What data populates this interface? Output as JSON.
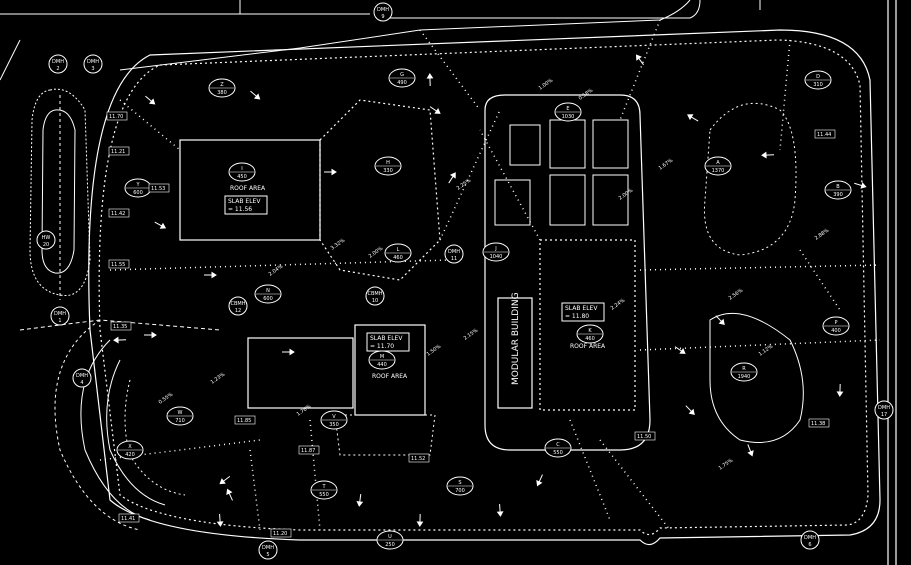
{
  "manholes": [
    {
      "id": "dmh-2",
      "type": "DMH",
      "num": "2"
    },
    {
      "id": "dmh-3",
      "type": "DMH",
      "num": "3"
    },
    {
      "id": "dmh-9",
      "type": "DMH",
      "num": "9"
    },
    {
      "id": "hw-20",
      "type": "HW",
      "num": "20"
    },
    {
      "id": "dmh-1",
      "type": "DMH",
      "num": "1"
    },
    {
      "id": "dmh-4",
      "type": "DMH",
      "num": "4"
    },
    {
      "id": "cbmh-12",
      "type": "CBMH",
      "num": "12"
    },
    {
      "id": "cbmh-10",
      "type": "CBMH",
      "num": "10"
    },
    {
      "id": "dmh-11",
      "type": "DMH",
      "num": "11"
    },
    {
      "id": "dmh-5",
      "type": "DMH",
      "num": "5"
    },
    {
      "id": "dmh-6",
      "type": "DMH",
      "num": "6"
    },
    {
      "id": "dmh-17",
      "type": "DMH",
      "num": "17"
    }
  ],
  "areas": [
    {
      "id": "area-z",
      "letter": "Z",
      "value": "380"
    },
    {
      "id": "area-g",
      "letter": "G",
      "value": "490"
    },
    {
      "id": "area-e",
      "letter": "E",
      "value": "1030"
    },
    {
      "id": "area-d",
      "letter": "D",
      "value": "310"
    },
    {
      "id": "area-i",
      "letter": "I",
      "value": "450"
    },
    {
      "id": "area-h",
      "letter": "H",
      "value": "330"
    },
    {
      "id": "area-y",
      "letter": "Y",
      "value": "600"
    },
    {
      "id": "area-a",
      "letter": "A",
      "value": "1370"
    },
    {
      "id": "area-b",
      "letter": "B",
      "value": "390"
    },
    {
      "id": "area-l",
      "letter": "L",
      "value": "460"
    },
    {
      "id": "area-j",
      "letter": "J",
      "value": "1040"
    },
    {
      "id": "area-n",
      "letter": "N",
      "value": "600"
    },
    {
      "id": "area-k",
      "letter": "K",
      "value": "460"
    },
    {
      "id": "area-p",
      "letter": "P",
      "value": "400"
    },
    {
      "id": "area-m",
      "letter": "M",
      "value": "440"
    },
    {
      "id": "area-r",
      "letter": "R",
      "value": "1940"
    },
    {
      "id": "area-w",
      "letter": "W",
      "value": "710"
    },
    {
      "id": "area-v",
      "letter": "V",
      "value": "350"
    },
    {
      "id": "area-x",
      "letter": "X",
      "value": "420"
    },
    {
      "id": "area-t",
      "letter": "T",
      "value": "550"
    },
    {
      "id": "area-s",
      "letter": "S",
      "value": "700"
    },
    {
      "id": "area-u",
      "letter": "U",
      "value": "250"
    },
    {
      "id": "area-c",
      "letter": "C",
      "value": "550"
    }
  ],
  "roof_label": "ROOF AREA",
  "slab_boxes": [
    {
      "id": "slab-1",
      "label": "SLAB ELEV",
      "value": "= 11.56"
    },
    {
      "id": "slab-2",
      "label": "SLAB ELEV",
      "value": "= 11.70"
    },
    {
      "id": "slab-3",
      "label": "SLAB ELEV",
      "value": "= 11.80"
    }
  ],
  "modular_label": "MODULAR BUILDING",
  "slope_labels": [
    "2.04%",
    "2.00%",
    "3.32%",
    "2.25%",
    "1.23%",
    "0.55%",
    "1.76%",
    "1.50%",
    "2.15%",
    "2.24%",
    "2.56%",
    "1.12%",
    "2.00%",
    "1.67%",
    "2.88%",
    "1.00%",
    "0.58%",
    "1.75%"
  ],
  "elevation_tags": [
    "11.70",
    "11.21",
    "11.53",
    "11.42",
    "11.55",
    "11.35",
    "11.85",
    "11.44",
    "11.38",
    "11.52",
    "11.87",
    "11.41",
    "11.50",
    "11.20"
  ]
}
